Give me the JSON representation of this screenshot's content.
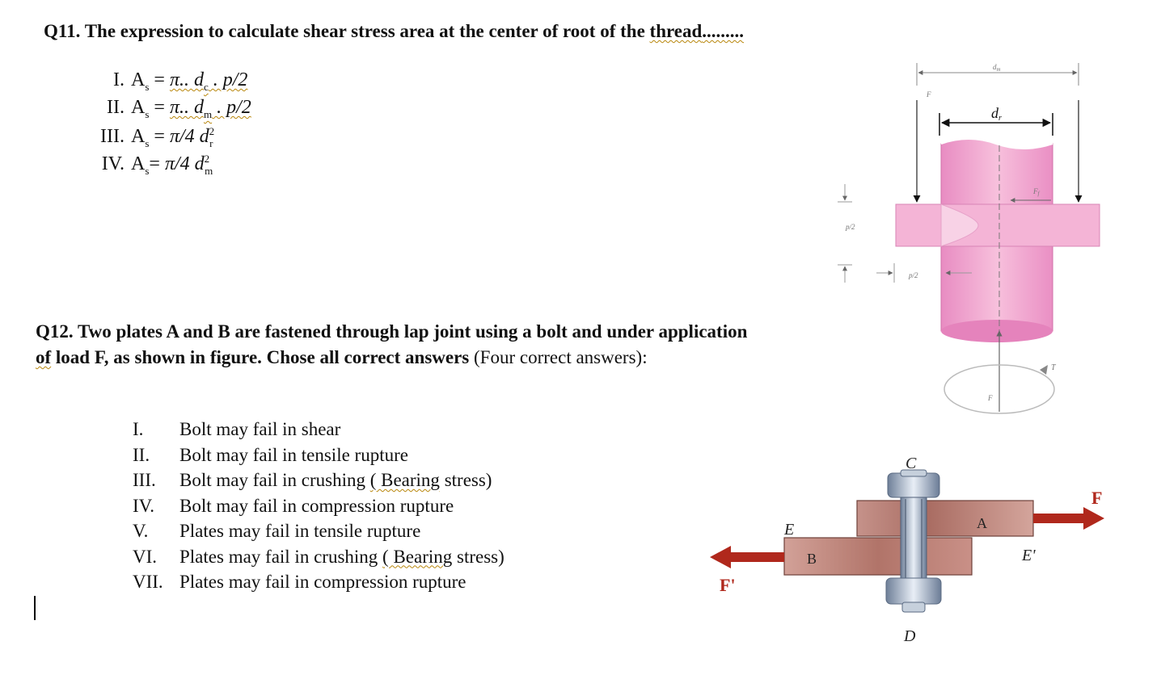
{
  "q11": {
    "title_main": "Q11. The expression to calculate shear stress area at the center of root of the ",
    "title_tail": "thread",
    "title_dots": ".........",
    "options": [
      {
        "num": "I.",
        "lhs": "A",
        "sub": "s",
        "eq": " = ",
        "expr": "π.. d",
        "expr_sub": "c",
        "tail": " . p/2"
      },
      {
        "num": "II.",
        "lhs": "A",
        "sub": "s",
        "eq": " = ",
        "expr": "π.. d",
        "expr_sub": "m",
        "tail": " . p/2"
      },
      {
        "num": "III.",
        "lhs": "A",
        "sub": "s",
        "eq": " = ",
        "expr": "π/4 d",
        "expr_sup": "2",
        "expr_sub": "r",
        "tail": ""
      },
      {
        "num": "IV.",
        "lhs": "A",
        "sub": "s",
        "eq": "= ",
        "expr": "π/4 d",
        "expr_sup": "2",
        "expr_sub": "m",
        "tail": ""
      }
    ]
  },
  "q12": {
    "title_line1": "Q12. Two plates A and B are fastened through lap joint using a bolt and under application",
    "title_line2_of": "of",
    "title_line2_bold": " load F, as shown in figure. Chose all correct answers ",
    "title_line2_normal": "(Four correct answers):",
    "options": [
      {
        "num": "I.",
        "pre": "Bolt may fail in shear",
        "wavy": "",
        "post": ""
      },
      {
        "num": "II.",
        "pre": "Bolt may fail in tensile rupture",
        "wavy": "",
        "post": ""
      },
      {
        "num": "III.",
        "pre": "Bolt may fail in crushing ",
        "wavy": "( Bearing",
        "post": " stress)"
      },
      {
        "num": "IV.",
        "pre": "Bolt may fail in compression rupture",
        "wavy": "",
        "post": ""
      },
      {
        "num": "V.",
        "pre": "Plates may fail in tensile rupture",
        "wavy": "",
        "post": ""
      },
      {
        "num": "VI.",
        "pre": "Plates may fail in crushing ",
        "wavy": "( Bearing",
        "post": " stress)"
      },
      {
        "num": "VII.",
        "pre": "Plates may fail in compression rupture",
        "wavy": "",
        "post": ""
      }
    ]
  },
  "figure_thread": {
    "label_dm": "d",
    "label_dm_sub": "m",
    "label_dr": "d",
    "label_dr_sub": "r",
    "label_F_top": "F",
    "label_Ff": "F",
    "label_Ff_sub": "f",
    "label_p2_vertical": "p/2",
    "label_p2_horizontal": "p/2",
    "label_F_bottom": "F",
    "label_T": "T",
    "colors": {
      "pink": "#f3a9d0",
      "pink_dark": "#e07ab6",
      "collar": "#f7c4de"
    }
  },
  "figure_lap": {
    "label_C": "C",
    "label_D": "D",
    "label_E": "E",
    "label_E_prime": "E'",
    "label_A": "A",
    "label_B": "B",
    "label_F": "F",
    "label_F_prime": "F'",
    "colors": {
      "arrow": "#b0281c",
      "plate": "#b9827a",
      "bolt": "#8a9cb4"
    }
  }
}
